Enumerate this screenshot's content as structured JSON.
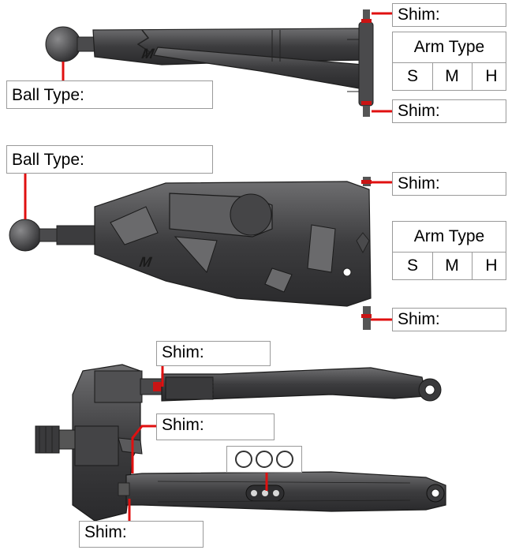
{
  "labels": {
    "shim": "Shim:",
    "ball_type": "Ball Type:",
    "arm_type": "Arm Type",
    "size_s": "S",
    "size_m": "M",
    "size_h": "H"
  },
  "colors": {
    "part_dark": "#3c3c3e",
    "part_mid": "#5a5a5c",
    "part_light": "#8a8a8c",
    "leader": "#e01010",
    "box_border": "#9a9a9a"
  }
}
